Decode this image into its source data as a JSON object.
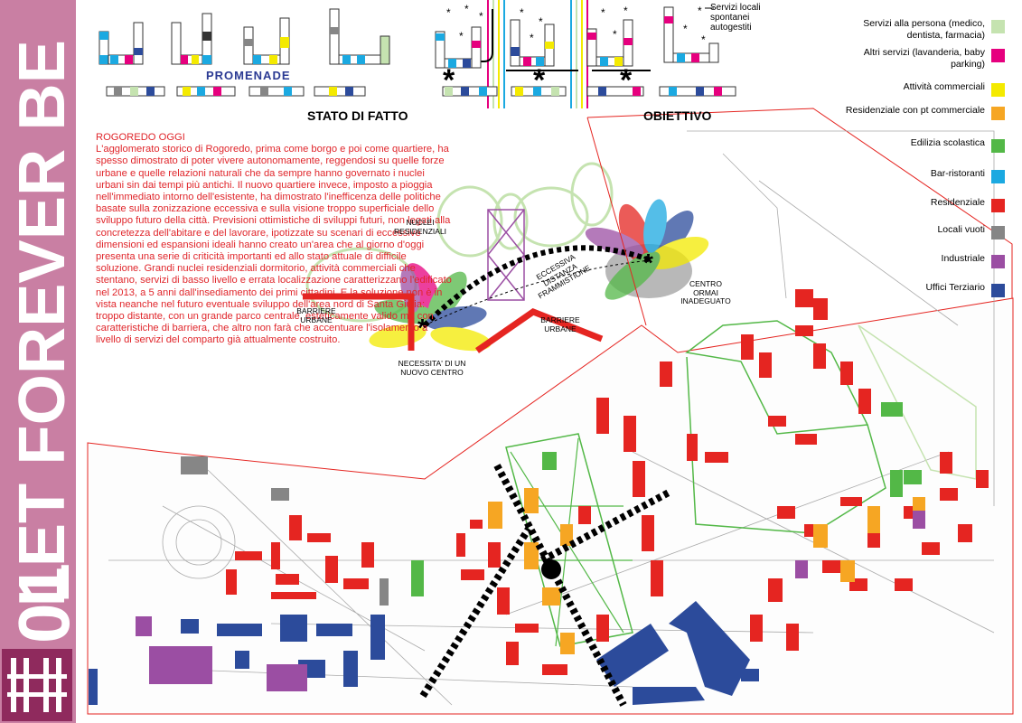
{
  "sidebar": {
    "number": "01",
    "title": "LET FOREVER BE",
    "background": "#c97fa3"
  },
  "diagram_titles": {
    "stato_di_fatto": "STATO DI FATTO",
    "obiettivo": "OBIETTIVO",
    "promenade": "PROMENADE",
    "servizi_spontanei": "Servizi locali spontanei autogestiti"
  },
  "essay": {
    "heading": "ROGOREDO OGGI",
    "body": "L'agglomerato storico di Rogoredo, prima come borgo e poi come quartiere, ha spesso dimostrato di poter vivere autonomamente, reggendosi su quelle forze urbane e quelle relazioni naturali che da sempre hanno governato i nuclei urbani sin dai tempi più antichi. Il nuovo quartiere invece, imposto a pioggia nell'immediato intorno dell'esistente, ha dimostrato l'inefficenza delle politiche basate sulla zonizzazione eccessiva e sulla visione troppo superficiale dello sviluppo futuro della città. Previsioni ottimistiche di sviluppi futuri, non legati alla concretezza dell'abitare e del lavorare, ipotizzate su scenari di eccessive dimensioni ed espansioni ideali hanno creato un'area che al giorno d'oggi presenta una serie di criticità importanti ed allo stato attuale di difficile soluzione. Grandi nuclei residenziali dormitorio, attività commerciali che stentano, servizi di basso livello e errata localizzazione caratterizzano l'edificato nel 2013, a 5 anni dall'insediamento dei primi cittadini. E la soluzione non è in vista neanche nel futuro eventuale sviluppo dell'area nord di Santa Giulia: troppo distante, con un grande parco centrale, esteticamente valido ma con caratteristiche di barriera, che altro non farà che accentuare l'isolamento a livello di servizi del comparto già attualmente costruito."
  },
  "diagram_labels": {
    "nuclei": "NUCLEI RESIDENZIALI",
    "barriere_left": "BARRIERE URBANE",
    "barriere_right": "BARRIERE URBANE",
    "eccessiva": "ECCESSIVA DISTANZA FRAMMISTIONE",
    "centro": "CENTRO ORMAI INADEGUATO",
    "necessita": "NECESSITA' DI UN NUOVO CENTRO"
  },
  "legend": [
    {
      "label": "Servizi alla persona (medico, dentista, farmacia)",
      "color": "#c5e3b0"
    },
    {
      "label": "Altri servizi (lavanderia, baby parking)",
      "color": "#e6007e"
    },
    {
      "label": "Attività commerciali",
      "color": "#f4ea00"
    },
    {
      "label": "Residenziale con pt commerciale",
      "color": "#f6a623"
    },
    {
      "label": "Edilizia scolastica",
      "color": "#53b847"
    },
    {
      "label": "Bar-ristoranti",
      "color": "#1ba9e1"
    },
    {
      "label": "Residenziale",
      "color": "#e52521"
    },
    {
      "label": "Locali vuoti",
      "color": "#868686"
    },
    {
      "label": "Industriale",
      "color": "#9b4ea3"
    },
    {
      "label": "Uffici Terziario",
      "color": "#2c4b9b"
    }
  ]
}
